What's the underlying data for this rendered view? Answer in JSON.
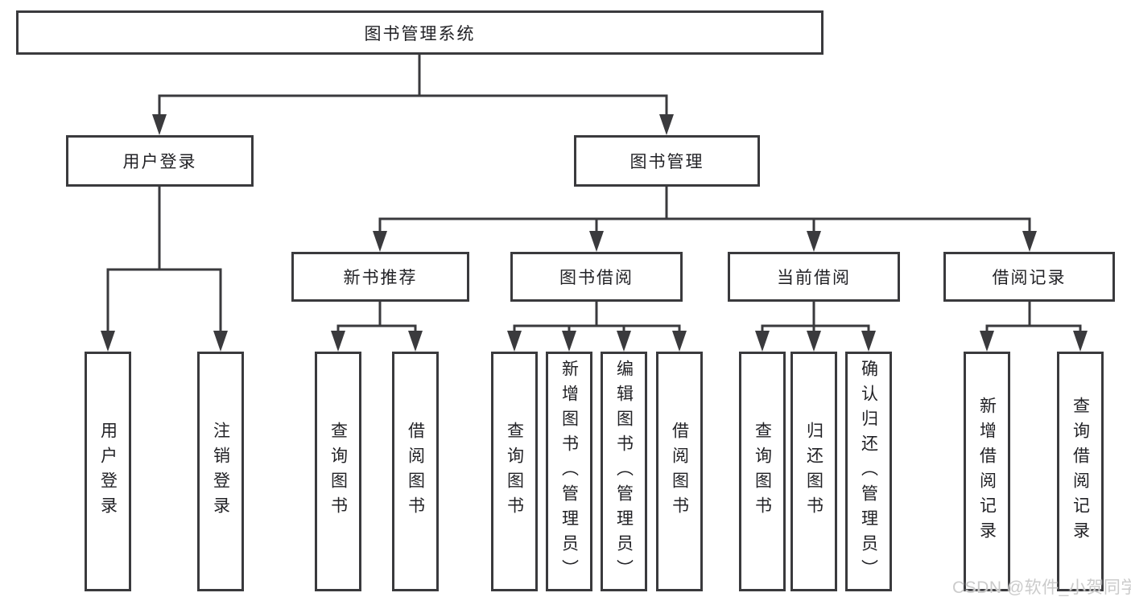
{
  "diagram": {
    "root": {
      "label": "图书管理系统"
    },
    "level2": [
      {
        "label": "用户登录"
      },
      {
        "label": "图书管理"
      }
    ],
    "level3": [
      {
        "label": "新书推荐"
      },
      {
        "label": "图书借阅"
      },
      {
        "label": "当前借阅"
      },
      {
        "label": "借阅记录"
      }
    ],
    "leaves": {
      "user_login": [
        {
          "label": "用户登录"
        },
        {
          "label": "注销登录"
        }
      ],
      "new_books": [
        {
          "label": "查询图书"
        },
        {
          "label": "借阅图书"
        }
      ],
      "book_borrow": [
        {
          "label": "查询图书"
        },
        {
          "label": "新增图书（管理员）"
        },
        {
          "label": "编辑图书（管理员）"
        },
        {
          "label": "借阅图书"
        }
      ],
      "current_borrow": [
        {
          "label": "查询图书"
        },
        {
          "label": "归还图书"
        },
        {
          "label": "确认归还（管理员）"
        }
      ],
      "borrow_records": [
        {
          "label": "新增借阅记录"
        },
        {
          "label": "查询借阅记录"
        }
      ]
    }
  },
  "watermark": {
    "text": "CSDN @软件_小贺同学"
  },
  "colors": {
    "line": "#3a3a3d",
    "text": "#222226",
    "background": "#ffffff",
    "watermark": "#cbcbcb"
  }
}
